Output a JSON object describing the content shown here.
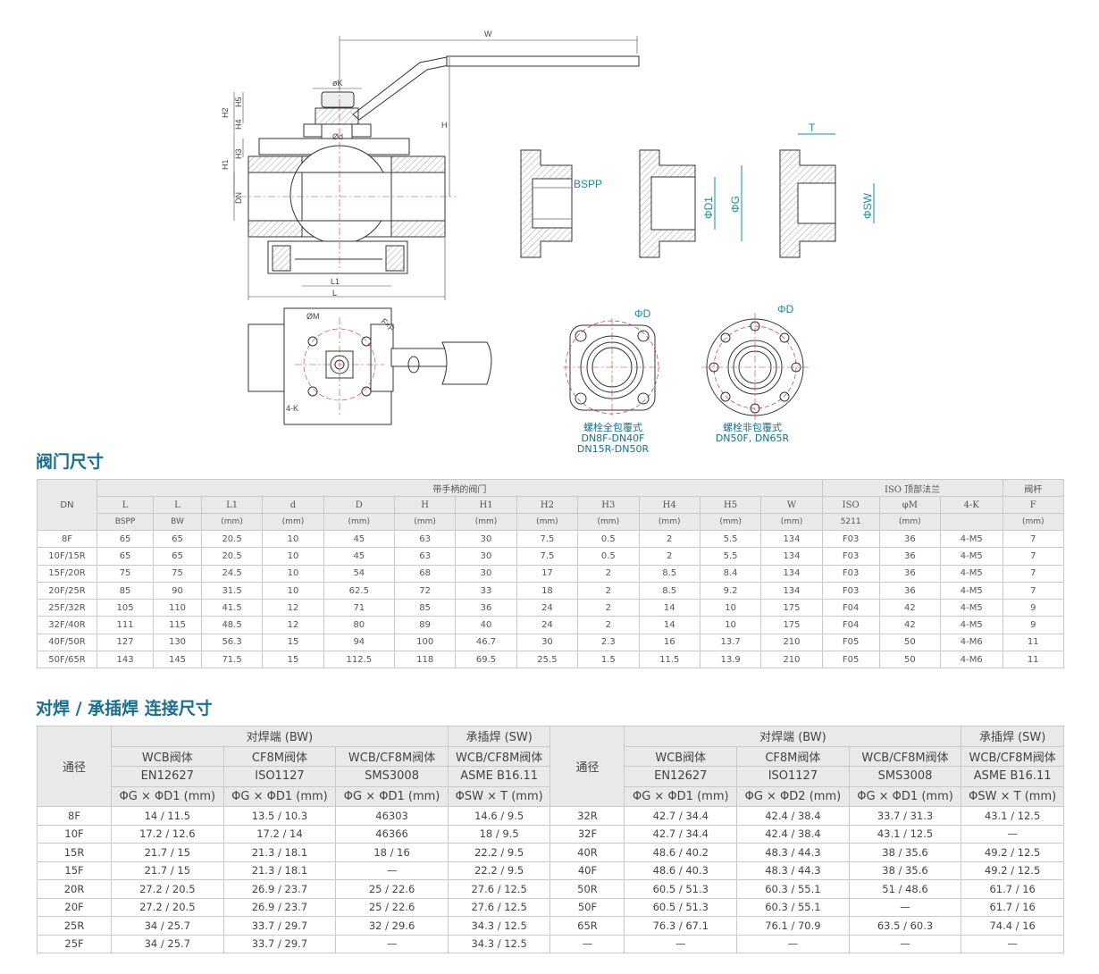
{
  "drawing": {
    "dims": {
      "W": "W",
      "H": "H",
      "phiK": "øK",
      "H2": "H2",
      "H5": "H5",
      "H4": "H4",
      "phid": "Ød",
      "H1": "H1",
      "H3": "H3",
      "DN": "DN",
      "L1": "L1",
      "L": "L",
      "phiM": "ØM",
      "F": "F×F",
      "K4": "4-K"
    },
    "bspp": "BSPP",
    "phiD1": "ΦD1",
    "phiG": "ΦG",
    "T": "T",
    "phiSW": "ΦSW",
    "phiD": "ΦD",
    "caption_left": [
      "螺栓全包覆式",
      "DN8F-DN40F",
      "DN15R-DN50R"
    ],
    "caption_right": [
      "螺栓非包覆式",
      "DN50F, DN65R"
    ]
  },
  "section1_title": "阀门尺寸",
  "table1": {
    "dn": "DN",
    "group_handle": "带手柄的阀门",
    "group_iso": "ISO 顶部法兰",
    "group_stem": "阀杆",
    "head": [
      "L",
      "L",
      "L1",
      "d",
      "D",
      "H",
      "H1",
      "H2",
      "H3",
      "H4",
      "H5",
      "W",
      "ISO",
      "φM",
      "4-K",
      "F"
    ],
    "sub": [
      "BSPP",
      "BW",
      "(mm)",
      "(mm)",
      "(mm)",
      "(mm)",
      "(mm)",
      "(mm)",
      "(mm)",
      "(mm)",
      "(mm)",
      "(mm)",
      "5211",
      "(mm)",
      "",
      "(mm)"
    ],
    "rows": [
      [
        "8F",
        "65",
        "65",
        "20.5",
        "10",
        "45",
        "63",
        "30",
        "7.5",
        "0.5",
        "2",
        "5.5",
        "134",
        "F03",
        "36",
        "4-M5",
        "7"
      ],
      [
        "10F/15R",
        "65",
        "65",
        "20.5",
        "10",
        "45",
        "63",
        "30",
        "7.5",
        "0.5",
        "2",
        "5.5",
        "134",
        "F03",
        "36",
        "4-M5",
        "7"
      ],
      [
        "15F/20R",
        "75",
        "75",
        "24.5",
        "10",
        "54",
        "68",
        "30",
        "17",
        "2",
        "8.5",
        "8.4",
        "134",
        "F03",
        "36",
        "4-M5",
        "7"
      ],
      [
        "20F/25R",
        "85",
        "90",
        "31.5",
        "10",
        "62.5",
        "72",
        "33",
        "18",
        "2",
        "8.5",
        "9.2",
        "134",
        "F03",
        "36",
        "4-M5",
        "7"
      ],
      [
        "25F/32R",
        "105",
        "110",
        "41.5",
        "12",
        "71",
        "85",
        "36",
        "24",
        "2",
        "14",
        "10",
        "175",
        "F04",
        "42",
        "4-M5",
        "9"
      ],
      [
        "32F/40R",
        "111",
        "115",
        "48.5",
        "12",
        "80",
        "89",
        "40",
        "24",
        "2",
        "14",
        "10",
        "175",
        "F04",
        "42",
        "4-M5",
        "9"
      ],
      [
        "40F/50R",
        "127",
        "130",
        "56.3",
        "15",
        "94",
        "100",
        "46.7",
        "30",
        "2.3",
        "16",
        "13.7",
        "210",
        "F05",
        "50",
        "4-M6",
        "11"
      ],
      [
        "50F/65R",
        "143",
        "145",
        "71.5",
        "15",
        "112.5",
        "118",
        "69.5",
        "25.5",
        "1.5",
        "11.5",
        "13.9",
        "210",
        "F05",
        "50",
        "4-M6",
        "11"
      ]
    ]
  },
  "section2_title": "对焊 / 承插焊 连接尺寸",
  "table2": {
    "tongjing": "通径",
    "bw": "对焊端 (BW)",
    "sw": "承插焊 (SW)",
    "left_body": [
      "WCB阀体",
      "CF8M阀体",
      "WCB/CF8M阀体",
      "WCB/CF8M阀体"
    ],
    "left_std": [
      "EN12627",
      "ISO1127",
      "SMS3008",
      "ASME B16.11"
    ],
    "left_unit": [
      "ΦG × ΦD1 (mm)",
      "ΦG × ΦD1 (mm)",
      "ΦG × ΦD1 (mm)",
      "ΦSW × T (mm)"
    ],
    "right_body": [
      "WCB阀体",
      "CF8M阀体",
      "WCB/CF8M阀体",
      "WCB/CF8M阀体"
    ],
    "right_std": [
      "EN12627",
      "ISO1127",
      "SMS3008",
      "ASME B16.11"
    ],
    "right_unit": [
      "ΦG × ΦD1 (mm)",
      "ΦG × ΦD2 (mm)",
      "ΦG × ΦD1 (mm)",
      "ΦSW × T (mm)"
    ],
    "rows": [
      [
        "8F",
        "14 / 11.5",
        "13.5 / 10.3",
        "46303",
        "14.6 / 9.5",
        "32R",
        "42.7 / 34.4",
        "42.4 / 38.4",
        "33.7 / 31.3",
        "43.1 / 12.5"
      ],
      [
        "10F",
        "17.2 / 12.6",
        "17.2 / 14",
        "46366",
        "18 / 9.5",
        "32F",
        "42.7 / 34.4",
        "42.4 / 38.4",
        "43.1 / 12.5",
        "—"
      ],
      [
        "15R",
        "21.7 / 15",
        "21.3 / 18.1",
        "18 / 16",
        "22.2 / 9.5",
        "40R",
        "48.6 / 40.2",
        "48.3 / 44.3",
        "38 / 35.6",
        "49.2 / 12.5"
      ],
      [
        "15F",
        "21.7 / 15",
        "21.3 / 18.1",
        "—",
        "22.2 / 9.5",
        "40F",
        "48.6 / 40.3",
        "48.3 / 44.3",
        "38 / 35.6",
        "49.2 / 12.5"
      ],
      [
        "20R",
        "27.2 / 20.5",
        "26.9 / 23.7",
        "25 / 22.6",
        "27.6 / 12.5",
        "50R",
        "60.5 / 51.3",
        "60.3 / 55.1",
        "51 / 48.6",
        "61.7 / 16"
      ],
      [
        "20F",
        "27.2 / 20.5",
        "26.9 / 23.7",
        "25 / 22.6",
        "27.6 / 12.5",
        "50F",
        "60.5 / 51.3",
        "60.3 / 55.1",
        "—",
        "61.7 / 16"
      ],
      [
        "25R",
        "34 / 25.7",
        "33.7 / 29.7",
        "32 / 29.6",
        "34.3 / 12.5",
        "65R",
        "76.3 / 67.1",
        "76.1 / 70.9",
        "63.5 / 60.3",
        "74.4 / 16"
      ],
      [
        "25F",
        "34 / 25.7",
        "33.7 / 29.7",
        "—",
        "34.3 / 12.5",
        "—",
        "—",
        "—",
        "—",
        "—"
      ]
    ]
  }
}
